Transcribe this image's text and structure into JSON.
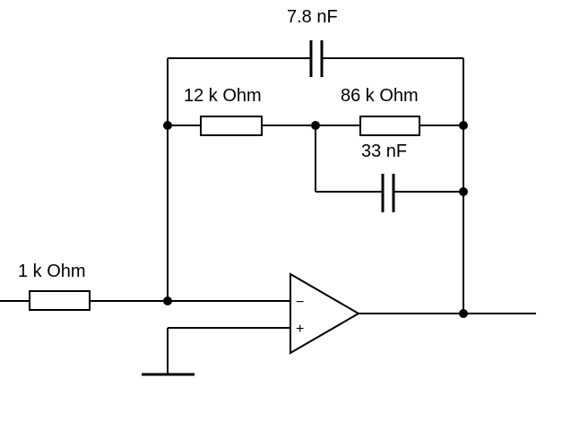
{
  "components": {
    "c_feedback_outer": {
      "value": "7.8 nF"
    },
    "r_feedback_1": {
      "value": "12 k Ohm"
    },
    "r_feedback_2": {
      "value": "86 k Ohm"
    },
    "c_feedback_inner": {
      "value": "33 nF"
    },
    "r_input": {
      "value": "1 k Ohm"
    }
  },
  "opamp": {
    "inverting_sign": "−",
    "noninverting_sign": "+"
  },
  "colors": {
    "line": "#000000",
    "background": "#ffffff"
  }
}
